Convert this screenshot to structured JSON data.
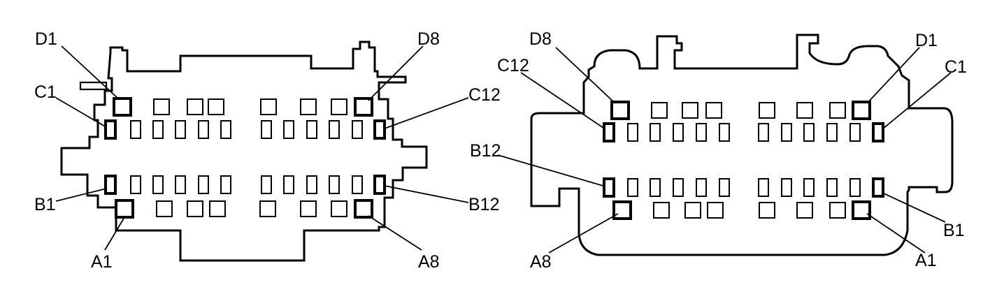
{
  "connector_left": {
    "labels": {
      "d1": "D1",
      "d8": "D8",
      "c1": "C1",
      "c12": "C12",
      "b1": "B1",
      "b12": "B12",
      "a1": "A1",
      "a8": "A8"
    }
  },
  "connector_right": {
    "labels": {
      "d8": "D8",
      "d1": "D1",
      "c12": "C12",
      "c1": "C1",
      "b12": "B12",
      "b1": "B1",
      "a8": "A8",
      "a1": "A1"
    }
  }
}
